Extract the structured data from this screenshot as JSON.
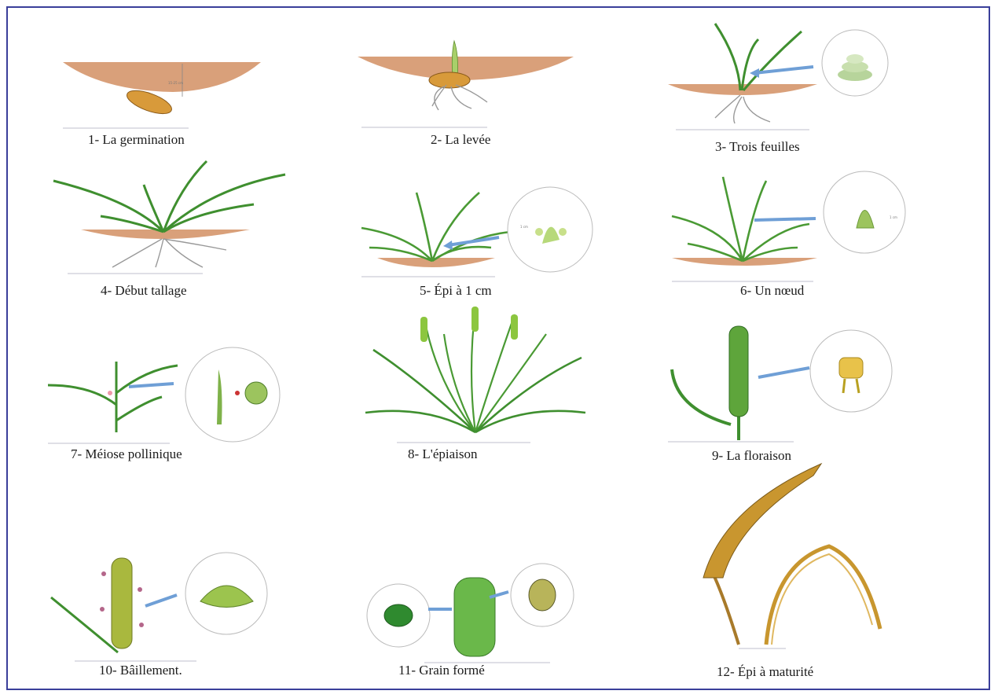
{
  "stages": [
    {
      "label": "1- La germination",
      "annotation": "15-25 cm"
    },
    {
      "label": "2- La levée"
    },
    {
      "label": "3- Trois feuilles"
    },
    {
      "label": "4- Début tallage"
    },
    {
      "label": "5- Épi à 1 cm",
      "annotation": "1 cm"
    },
    {
      "label": "6- Un nœud",
      "annotation": "1 cm"
    },
    {
      "label": "7- Méiose pollinique"
    },
    {
      "label": "8- L'épiaison"
    },
    {
      "label": "9- La floraison"
    },
    {
      "label": "10- Bâillement."
    },
    {
      "label": "11- Grain formé"
    },
    {
      "label": "12- Épi à maturité"
    }
  ],
  "colors": {
    "frame": "#3a3f9a",
    "soil": "#d9a07a",
    "leaf": "#3f8f2f",
    "leaf_light": "#8cc63f",
    "arrow": "#6f9fd6",
    "ear_mature": "#c9962f"
  }
}
